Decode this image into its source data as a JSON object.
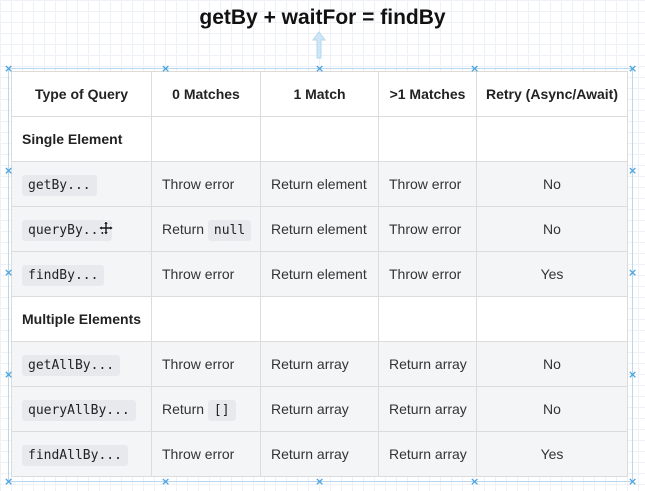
{
  "title": "getBy + waitFor = findBy",
  "table": {
    "headers": [
      "Type of Query",
      "0 Matches",
      "1 Match",
      ">1 Matches",
      "Retry (Async/Await)"
    ],
    "rows": [
      {
        "kind": "section",
        "label": "Single Element"
      },
      {
        "kind": "data",
        "query": "getBy...",
        "zero": {
          "text": "Throw error"
        },
        "one": "Return element",
        "many": "Throw error",
        "retry": "No"
      },
      {
        "kind": "data",
        "query": "queryBy...",
        "zero": {
          "text": "Return",
          "code": "null"
        },
        "one": "Return element",
        "many": "Throw error",
        "retry": "No"
      },
      {
        "kind": "data",
        "query": "findBy...",
        "zero": {
          "text": "Throw error"
        },
        "one": "Return element",
        "many": "Throw error",
        "retry": "Yes"
      },
      {
        "kind": "section",
        "label": "Multiple Elements"
      },
      {
        "kind": "data",
        "query": "getAllBy...",
        "zero": {
          "text": "Throw error"
        },
        "one": "Return array",
        "many": "Return array",
        "retry": "No"
      },
      {
        "kind": "data",
        "query": "queryAllBy...",
        "zero": {
          "text": "Return",
          "code": "[]"
        },
        "one": "Return array",
        "many": "Return array",
        "retry": "No"
      },
      {
        "kind": "data",
        "query": "findAllBy...",
        "zero": {
          "text": "Throw error"
        },
        "one": "Return array",
        "many": "Return array",
        "retry": "Yes"
      }
    ]
  },
  "colors": {
    "accent": "#4aa3df",
    "shade": "#f4f5f6",
    "code_bg": "#e7e9ec"
  },
  "icons": [
    "up-arrow-icon",
    "move-cursor-icon",
    "selection-handle-icon"
  ]
}
